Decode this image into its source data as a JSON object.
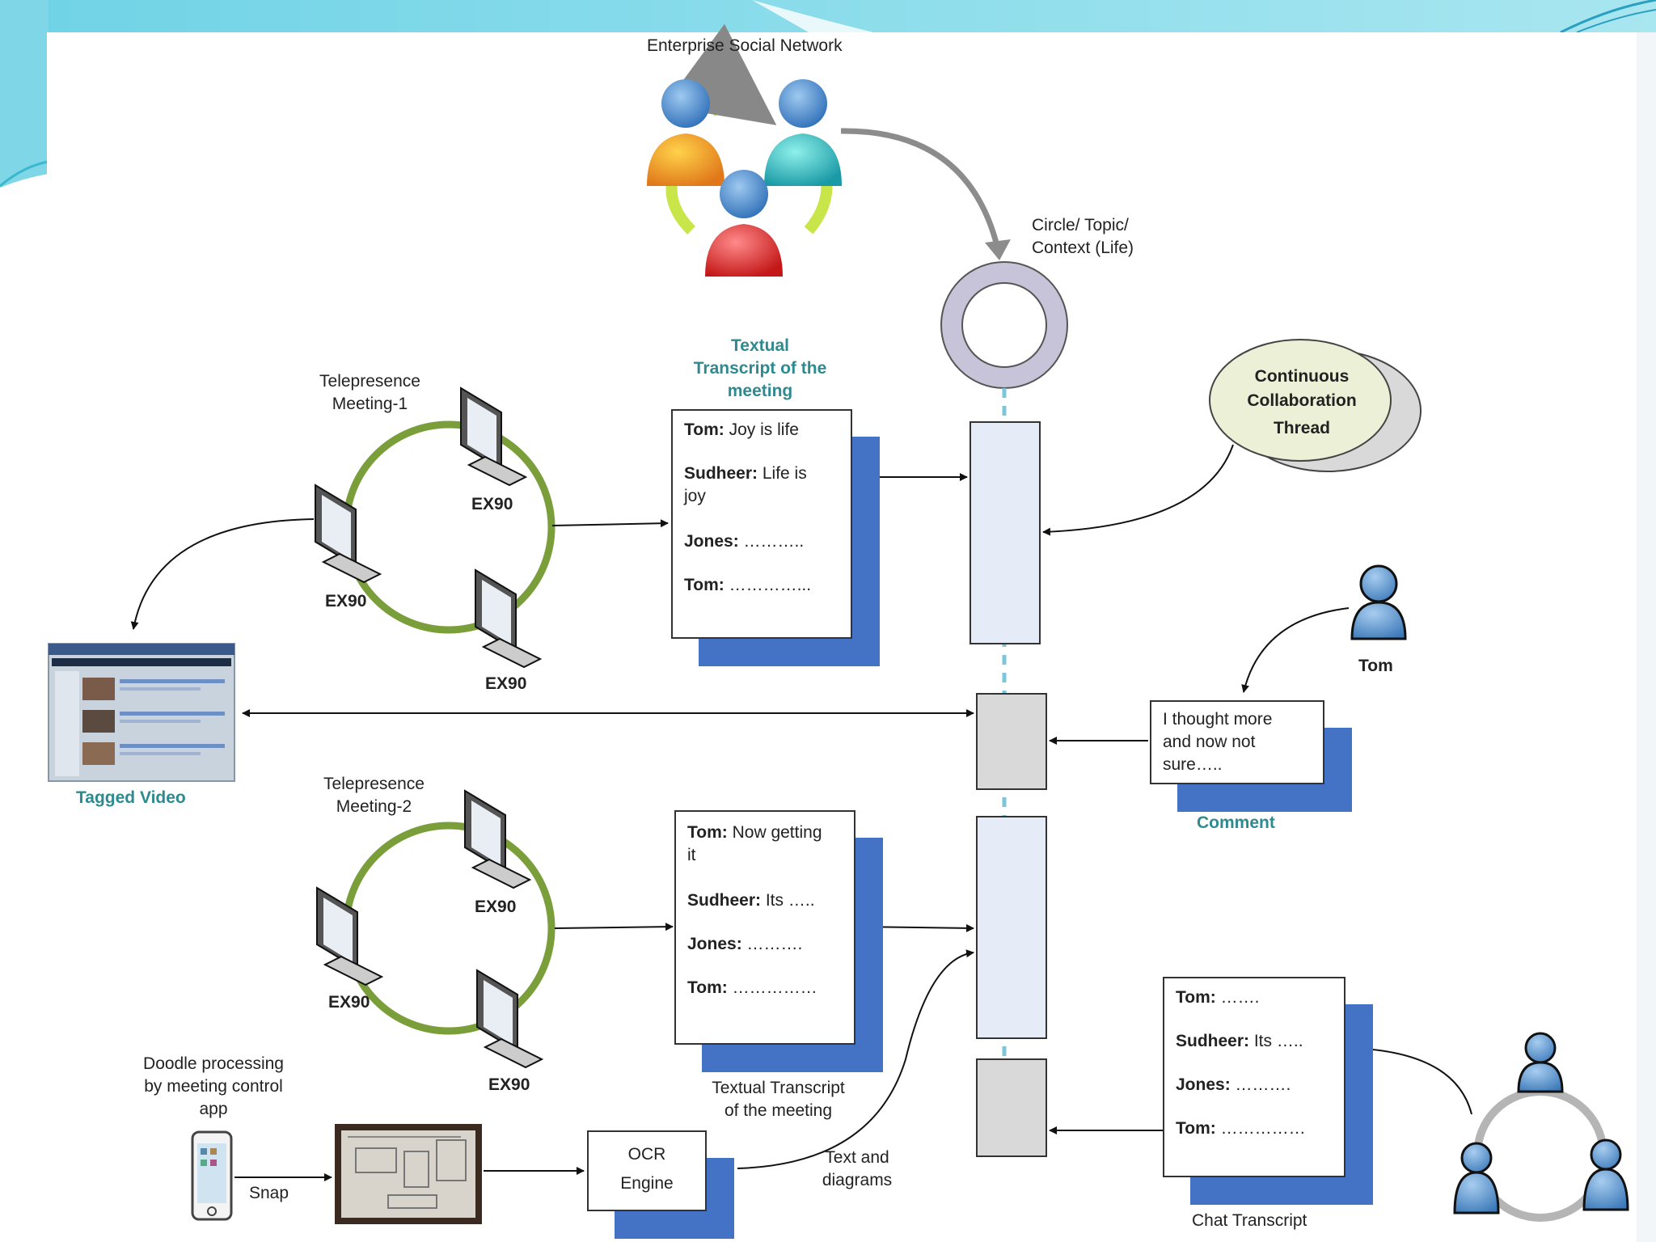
{
  "network": {
    "title": "Enterprise Social Network"
  },
  "circle": {
    "label_line1": "Circle/ Topic/",
    "label_line2": "Context (Life)"
  },
  "thread": {
    "line1": "Continuous",
    "line2": "Collaboration",
    "line3": "Thread"
  },
  "meeting1": {
    "label_line1": "Telepresence",
    "label_line2": "Meeting-1",
    "devices": [
      "EX90",
      "EX90",
      "EX90"
    ]
  },
  "meeting2": {
    "label_line1": "Telepresence",
    "label_line2": "Meeting-2",
    "devices": [
      "EX90",
      "EX90",
      "EX90"
    ]
  },
  "transcript1": {
    "heading_line1": "Textual",
    "heading_line2": "Transcript of the",
    "heading_line3": "meeting",
    "lines": [
      {
        "speaker": "Tom:",
        "text": " Joy is life"
      },
      {
        "speaker": "Sudheer:",
        "text": " Life is"
      },
      {
        "speaker": "",
        "text": "joy"
      },
      {
        "speaker": "Jones:",
        "text": " ……….."
      },
      {
        "speaker": "Tom:",
        "text": " …………..."
      }
    ]
  },
  "transcript2": {
    "lines": [
      {
        "speaker": "Tom:",
        "text": " Now getting"
      },
      {
        "speaker": "",
        "text": "it"
      },
      {
        "speaker": "Sudheer:",
        "text": " Its ….."
      },
      {
        "speaker": "Jones:",
        "text": " ………."
      },
      {
        "speaker": "Tom:",
        "text": " ……………"
      }
    ],
    "caption_line1": "Textual Transcript",
    "caption_line2": "of the meeting"
  },
  "tagged_video": {
    "label": "Tagged Video"
  },
  "tom": {
    "label": "Tom"
  },
  "comment": {
    "line1": "I thought more",
    "line2": "and now not",
    "line3": "sure…..",
    "label": "Comment"
  },
  "chat": {
    "lines": [
      {
        "speaker": "Tom:",
        "text": " ……."
      },
      {
        "speaker": "Sudheer:",
        "text": " Its ….."
      },
      {
        "speaker": "Jones:",
        "text": " ………."
      },
      {
        "speaker": "Tom:",
        "text": " ……………"
      }
    ],
    "caption": "Chat Transcript"
  },
  "doodle": {
    "line1": "Doodle processing",
    "line2": "by meeting control",
    "line3": "app"
  },
  "snap": {
    "label": "Snap"
  },
  "ocr": {
    "line1": "OCR",
    "line2": "Engine"
  },
  "text_diagrams": {
    "line1": "Text and",
    "line2": "diagrams"
  },
  "colors": {
    "navy_shadow": "#4472c4",
    "green_ring": "#7a9e3a",
    "teal_text": "#2f8a8f",
    "timeline_fill": "#e6ecf7",
    "timeline_grey": "#d9d9d9",
    "dashed_connector": "#7cc6dc"
  }
}
